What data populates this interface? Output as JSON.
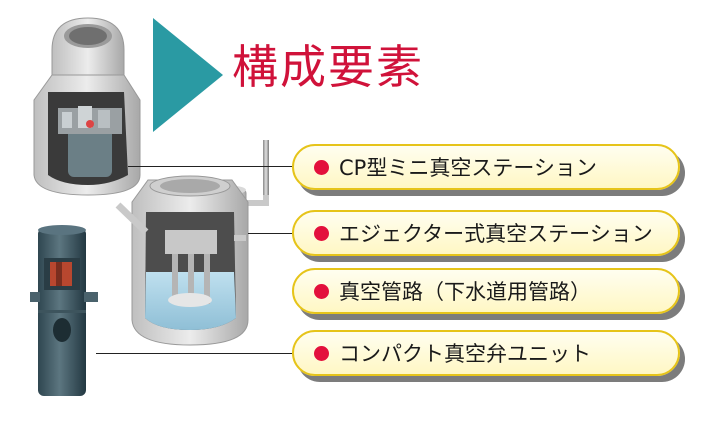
{
  "title": "構成要素",
  "components": [
    {
      "label": "CP型ミニ真空ステーション"
    },
    {
      "label": "エジェクター式真空ステーション"
    },
    {
      "label": "真空管路（下水道用管路）"
    },
    {
      "label": "コンパクト真空弁ユニット"
    }
  ],
  "colors": {
    "arrow": "#2a9aa3",
    "title": "#d0123a",
    "dot": "#e3103c",
    "pill_border": "#e6c41a"
  }
}
